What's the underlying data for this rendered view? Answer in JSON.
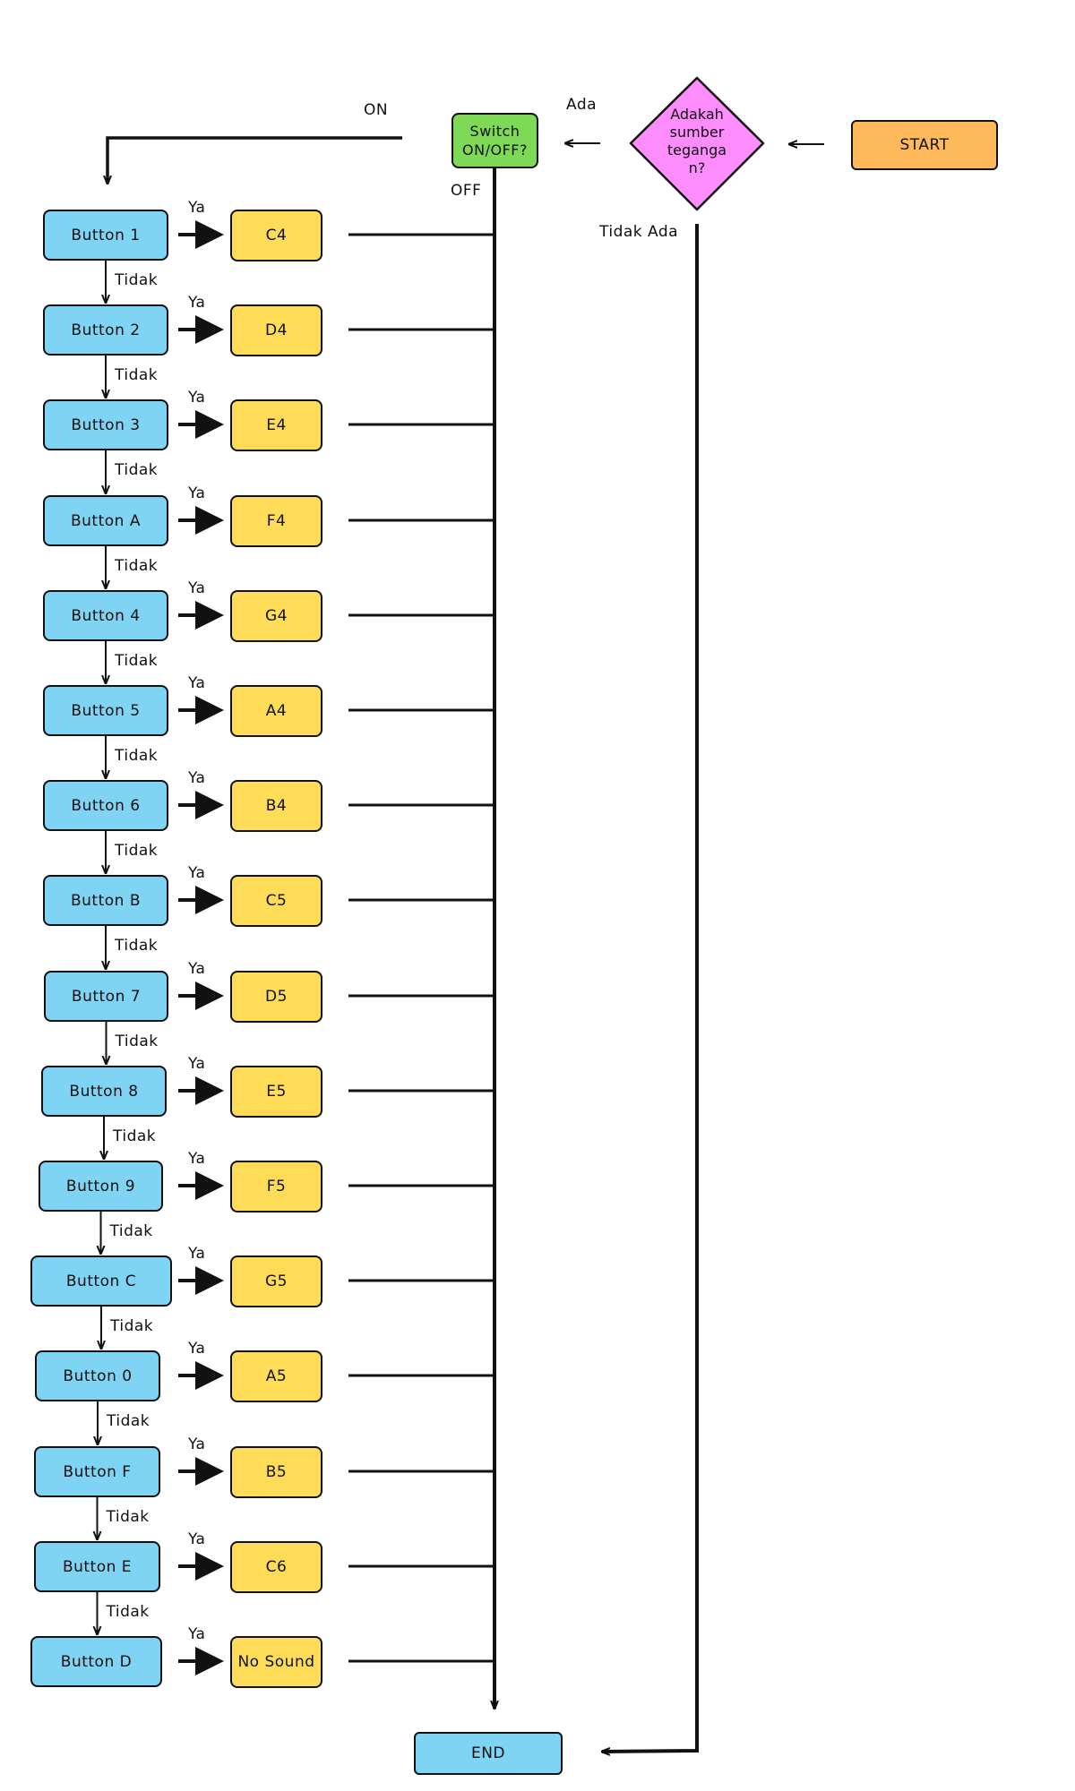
{
  "start": "START",
  "end": "END",
  "decision": {
    "text": "Adakah\nsumber\nteganga\nn?",
    "yes_label": "Ada",
    "no_label": "Tidak Ada"
  },
  "switch": {
    "text": "Switch\nON/OFF?",
    "on_label": "ON",
    "off_label": "OFF"
  },
  "flow": {
    "yes_label": "Ya",
    "no_label": "Tidak",
    "colors": {
      "button": "#7fd3f3",
      "note": "#fedc57",
      "start": "#feb95a",
      "switch": "#7ed957",
      "decision": "#fd8cfd"
    },
    "rows": [
      {
        "button": "Button 1",
        "note": "C4"
      },
      {
        "button": "Button 2",
        "note": "D4"
      },
      {
        "button": "Button 3",
        "note": "E4"
      },
      {
        "button": "Button A",
        "note": "F4"
      },
      {
        "button": "Button 4",
        "note": "G4"
      },
      {
        "button": "Button 5",
        "note": "A4"
      },
      {
        "button": "Button 6",
        "note": "B4"
      },
      {
        "button": "Button B",
        "note": "C5"
      },
      {
        "button": "Button 7",
        "note": "D5"
      },
      {
        "button": "Button 8",
        "note": "E5"
      },
      {
        "button": "Button 9",
        "note": "F5"
      },
      {
        "button": "Button C",
        "note": "G5"
      },
      {
        "button": "Button 0",
        "note": "A5"
      },
      {
        "button": "Button F",
        "note": "B5"
      },
      {
        "button": "Button E",
        "note": "C6"
      },
      {
        "button": "Button D",
        "note": "No Sound"
      }
    ]
  }
}
